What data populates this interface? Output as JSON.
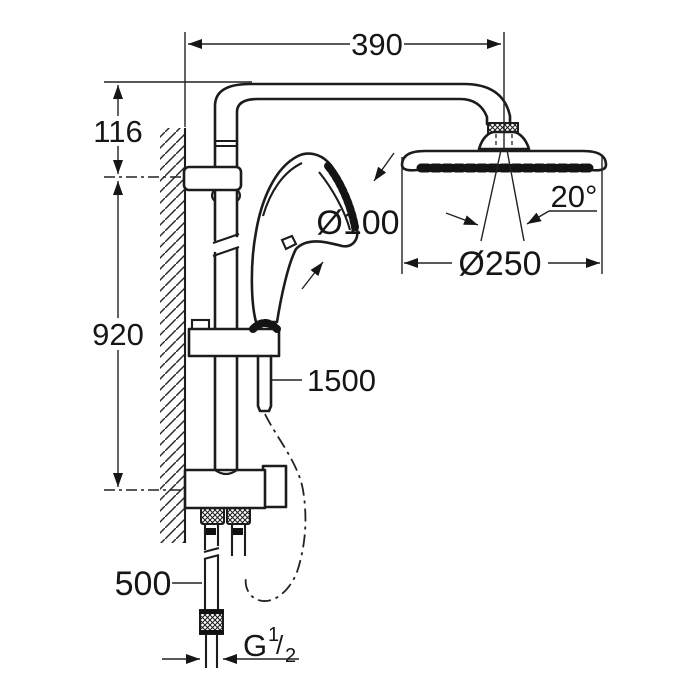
{
  "colors": {
    "line": "#1c1c1c",
    "background": "#ffffff"
  },
  "labels": {
    "top_width": "390",
    "offset_height": "116",
    "rail_height": "920",
    "supply_height": "500",
    "hose_length": "1500",
    "hand_shower_diameter": "Ø100",
    "head_shower_diameter": "Ø250",
    "spray_angle": "20°",
    "thread": {
      "prefix": "G",
      "numerator": "1",
      "slash": "/",
      "denominator": "2"
    }
  }
}
